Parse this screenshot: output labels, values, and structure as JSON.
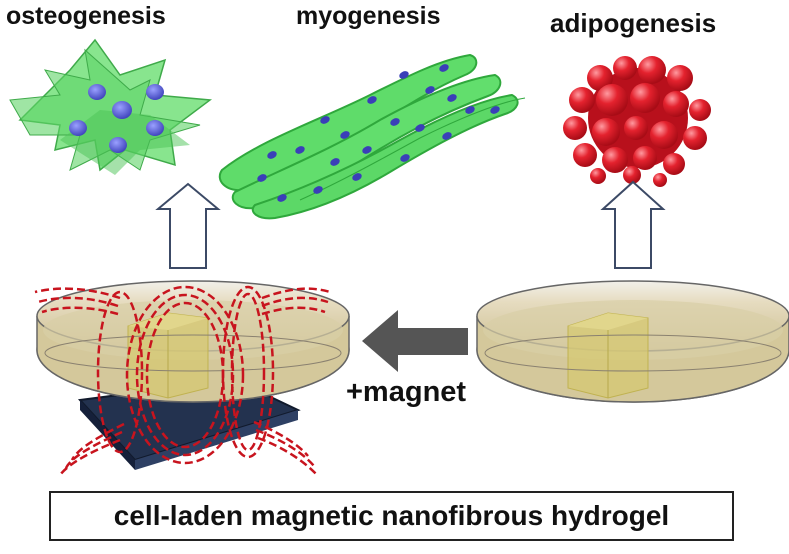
{
  "labels": {
    "osteogenesis": "osteogenesis",
    "myogenesis": "myogenesis",
    "adipogenesis": "adipogenesis",
    "magnet": "+magnet",
    "caption": "cell-laden magnetic nanofibrous hydrogel"
  },
  "colors": {
    "cell_green": "#5fdc6a",
    "nucleus_blue": "#3a3fb8",
    "fat_red": "#d41a28",
    "field_line_red": "#c8141e",
    "gel_cube": "#d8cc78",
    "dish_fill": "#d9cfa8",
    "arrow_gray": "#555555",
    "magnet_plate": "#23324f"
  },
  "icons": {
    "up_arrow_left": "hollow-up-arrow-icon",
    "up_arrow_right": "hollow-up-arrow-icon",
    "left_arrow": "solid-left-arrow-icon"
  }
}
